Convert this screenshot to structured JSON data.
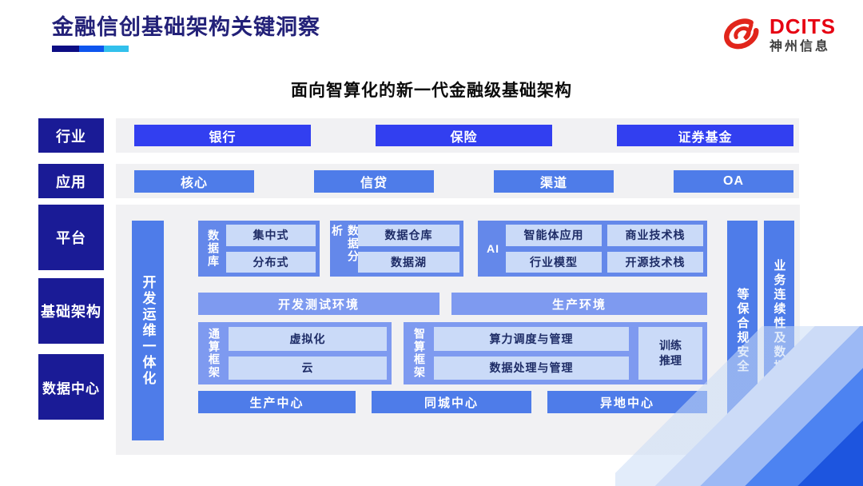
{
  "header": {
    "title": "金融信创基础架构关键洞察",
    "logo": {
      "brand": "DCITS",
      "company": "神州信息"
    }
  },
  "subtitle": "面向智算化的新一代金融级基础架构",
  "layers": {
    "industry": {
      "label": "行业",
      "items": [
        "银行",
        "保险",
        "证券基金"
      ]
    },
    "application": {
      "label": "应用",
      "items": [
        "核心",
        "信贷",
        "渠道",
        "OA"
      ]
    },
    "platform_label": "平台",
    "infrastructure_label": "基础架构",
    "datacenter_label": "数据中心"
  },
  "panel": {
    "devops_bar": "开发运维一体化",
    "database": {
      "label": "数据库",
      "items": [
        "集中式",
        "分布式"
      ]
    },
    "analytics": {
      "label": "数据分析",
      "items": [
        "数据仓库",
        "数据湖"
      ]
    },
    "ai": {
      "label": "AI",
      "items": [
        "智能体应用",
        "商业技术栈",
        "行业模型",
        "开源技术栈"
      ]
    },
    "environments": [
      "开发测试环境",
      "生产环境"
    ],
    "general_framework": {
      "label": "通算框架",
      "items": [
        "虚拟化",
        "云"
      ]
    },
    "intelligent_framework": {
      "label": "智算框架",
      "items": [
        "算力调度与管理",
        "数据处理与管理"
      ],
      "side_item": "训练推理"
    },
    "centers": [
      "生产中心",
      "同城中心",
      "异地中心"
    ],
    "security_bar": "等保合规安全",
    "continuity_bar": "业务连续性及数据保护"
  },
  "colors": {
    "navy": "#1a1b96",
    "bright_blue": "#323ff0",
    "mid_blue": "#4e7ce9",
    "section_blue": "#6488ea",
    "light_blue": "#7e9af0",
    "chip_bg": "#cadaf8",
    "chip_text": "#1e2c66",
    "title_navy": "#232178",
    "logo_red": "#e60012",
    "underline": [
      "#0d0d84",
      "#0e55ee",
      "#32c0ec"
    ]
  }
}
